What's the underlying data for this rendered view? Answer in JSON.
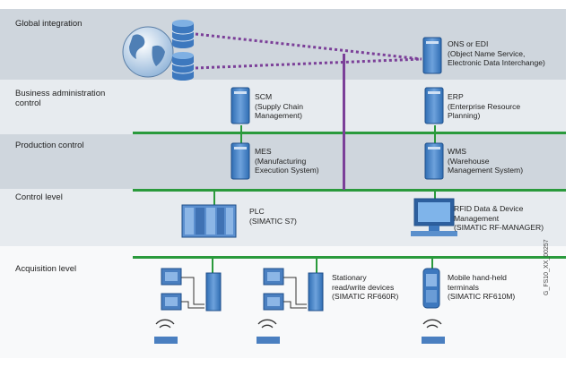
{
  "levels": [
    "Global integration",
    "Business administration\ncontrol",
    "Production control",
    "Control level",
    "Acquisition level"
  ],
  "nodes": {
    "ons": [
      "ONS or EDI",
      "(Object Name Service,",
      "Electronic Data Interchange)"
    ],
    "scm": [
      "SCM",
      "(Supply Chain",
      "Management)"
    ],
    "erp": [
      "ERP",
      "(Enterprise Resource",
      "Planning)"
    ],
    "mes": [
      "MES",
      "(Manufacturing",
      "Execution System)"
    ],
    "wms": [
      "WMS",
      "(Warehouse",
      "Management System)"
    ],
    "plc": [
      "PLC",
      "(SIMATIC S7)"
    ],
    "rfid": [
      "RFID Data & Device",
      "Management",
      "(SIMATIC RF-MANAGER)"
    ],
    "stationary": [
      "Stationary",
      "read/write devices",
      "(SIMATIC RF660R)"
    ],
    "mobile": [
      "Mobile hand-held",
      "terminals",
      "(SIMATIC RF610M)"
    ]
  },
  "caption": "G_FS10_XX_00257",
  "colors": {
    "green": "#2a9a3c",
    "purple": "#7b3f98",
    "device": "#4a7fc0"
  }
}
